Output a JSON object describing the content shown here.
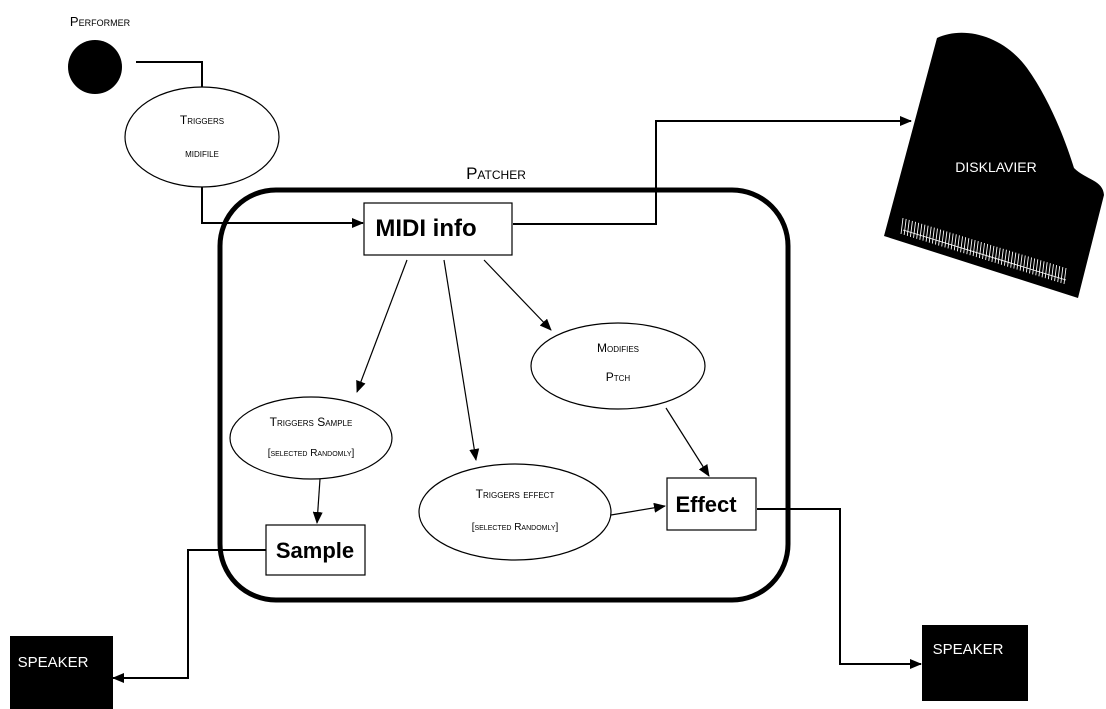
{
  "labels": {
    "performer": "Performer",
    "triggers_midifile_line1": "Triggers",
    "triggers_midifile_line2": "midifile",
    "patcher": "Patcher",
    "midi_info": "MIDI info",
    "disklavier": "DISKLAVIER",
    "modifies_line1": "Modifies",
    "modifies_line2": "Ptch",
    "triggers_sample_line1": "Triggers Sample",
    "triggers_sample_line2": "[selected Randomly]",
    "triggers_effect_line1": "Triggers effect",
    "triggers_effect_line2": "[selected Randomly]",
    "effect": "Effect",
    "sample": "Sample",
    "speaker_left": "SPEAKER",
    "speaker_right": "SPEAKER"
  },
  "colors": {
    "ink": "#000000",
    "background": "#ffffff",
    "speaker_text": "#ffffff"
  },
  "icons": {
    "performer": "filled-circle-icon",
    "disklavier": "grand-piano-icon"
  }
}
